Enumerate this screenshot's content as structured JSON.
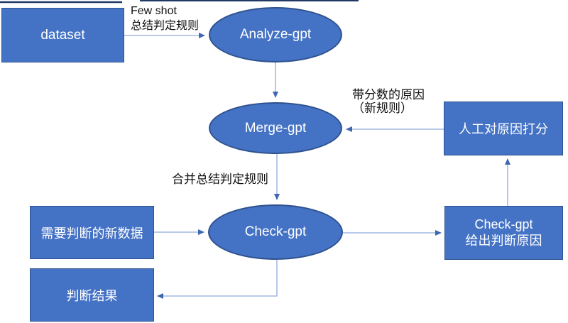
{
  "diagram": {
    "colors": {
      "shape_fill": "#4472C4",
      "shape_border": "#2F528F",
      "arrow_line": "#8FAADC",
      "arrow_head": "#3F66B0",
      "edge_label_text": "#111111",
      "shape_text": "#FFFFFF",
      "background": "#FFFFFF"
    },
    "nodes": {
      "dataset": {
        "label": "dataset",
        "shape": "rectangle"
      },
      "analyze": {
        "label": "Analyze-gpt",
        "shape": "ellipse"
      },
      "merge": {
        "label": "Merge-gpt",
        "shape": "ellipse"
      },
      "check": {
        "label": "Check-gpt",
        "shape": "ellipse"
      },
      "human_score": {
        "label": "人工对原因打分",
        "shape": "rectangle"
      },
      "check_reason": {
        "label": "Check-gpt\n给出判断原因",
        "shape": "rectangle"
      },
      "new_data": {
        "label": "需要判断的新数据",
        "shape": "rectangle"
      },
      "result": {
        "label": "判断结果",
        "shape": "rectangle"
      }
    },
    "edge_labels": {
      "few_shot": "Few shot\n总结判定规则",
      "merge_rule": "合并总结判定规则",
      "scored_reason": "带分数的原因\n（新规则）"
    }
  }
}
